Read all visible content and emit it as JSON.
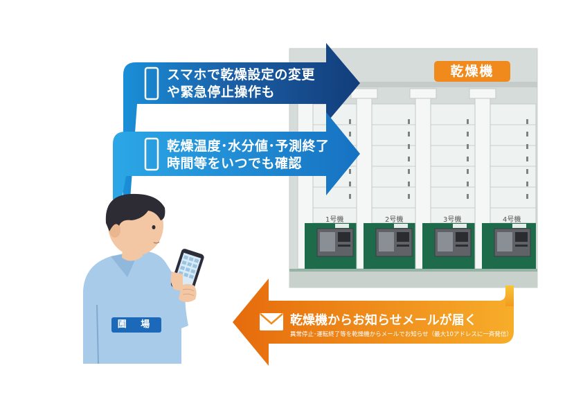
{
  "dryer": {
    "title": "乾燥機",
    "units": [
      "1号機",
      "2号機",
      "3号機",
      "4号機"
    ]
  },
  "field": {
    "label": "圃 場"
  },
  "arrows": {
    "top": {
      "line1": "スマホで乾燥設定の変更",
      "line2": "や緊急停止操作も",
      "icon": "smartphone-icon"
    },
    "middle": {
      "line1": "乾燥温度･水分値･予測終了",
      "line2": "時間等をいつでも確認",
      "icon": "smartphone-icon"
    },
    "bottom": {
      "main": "乾燥機からお知らせメールが届く",
      "sub": "異常停止･運転終了等を乾燥機からメールでお知らせ（最大10アドレスに一斉発信）",
      "icon": "mail-icon"
    }
  },
  "colors": {
    "blue_dark": "#123d7a",
    "blue_light": "#1a8fd8",
    "orange": "#f08a1c",
    "dryer_green": "#1d6b4a",
    "dryer_body": "#e7ecea"
  }
}
